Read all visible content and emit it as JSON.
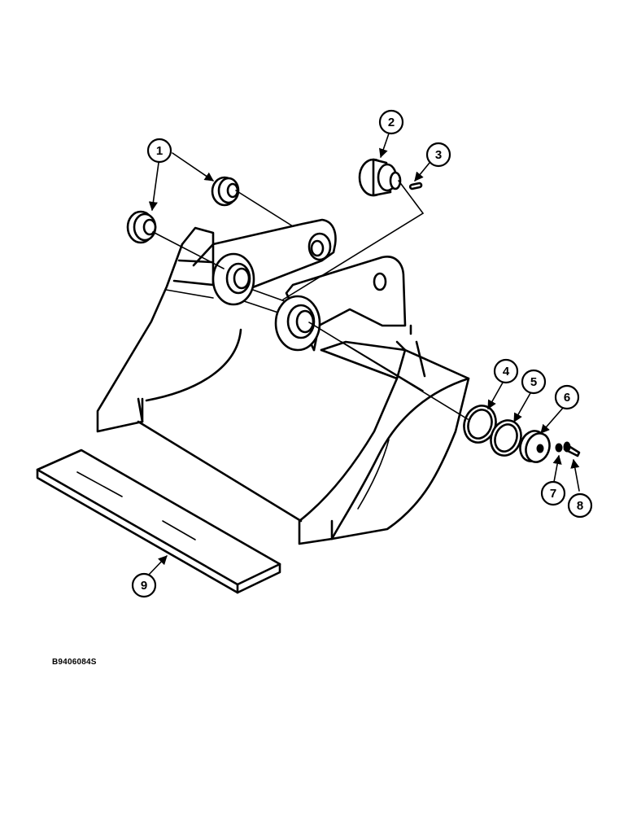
{
  "drawing_id": "B9406084S",
  "callouts": [
    {
      "label": "1"
    },
    {
      "label": "2"
    },
    {
      "label": "3"
    },
    {
      "label": "4"
    },
    {
      "label": "5"
    },
    {
      "label": "6"
    },
    {
      "label": "7"
    },
    {
      "label": "8"
    },
    {
      "label": "9"
    }
  ]
}
